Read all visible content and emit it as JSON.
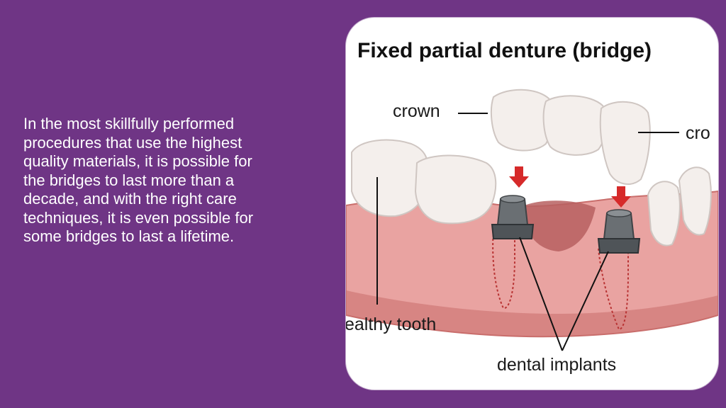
{
  "slide": {
    "background_color": "#6f3585",
    "body_text_lines": [
      "In the most skillfully performed",
      "procedures that use the highest",
      "quality materials, it is possible for",
      "the bridges to last more than a",
      "decade, and with the right care",
      "techniques, it is even possible for",
      "some bridges to last a lifetime."
    ]
  },
  "figure": {
    "title": "Fixed partial denture (bridge)",
    "labels": {
      "crown_left": "crown",
      "crown_right": "cro",
      "healthy_tooth": "ealthy tooth",
      "dental_implants": "dental implants"
    },
    "colors": {
      "gum": "#e9a3a1",
      "gum_dark": "#c96e6c",
      "tooth": "#f4efec",
      "abutment": "#5d6266",
      "arrow": "#d62a2a"
    }
  }
}
